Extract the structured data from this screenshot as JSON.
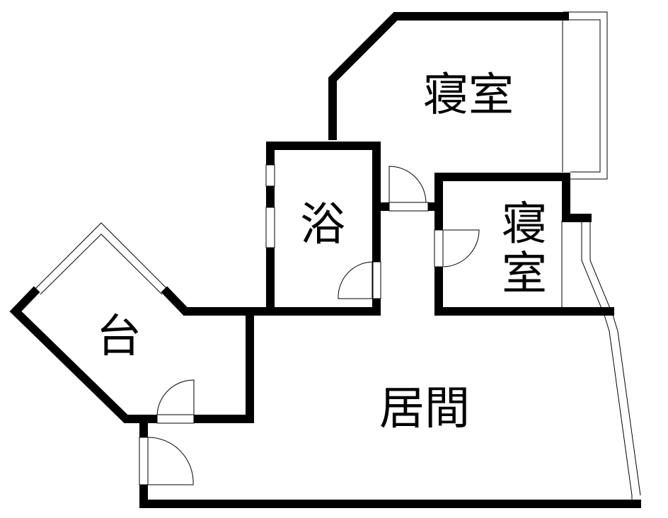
{
  "rooms": {
    "master_bedroom": "寝室",
    "bedroom": "寝室",
    "bath": "浴",
    "kitchen": "台",
    "living": "居間"
  },
  "colors": {
    "wall": "#000000",
    "background": "#ffffff"
  }
}
